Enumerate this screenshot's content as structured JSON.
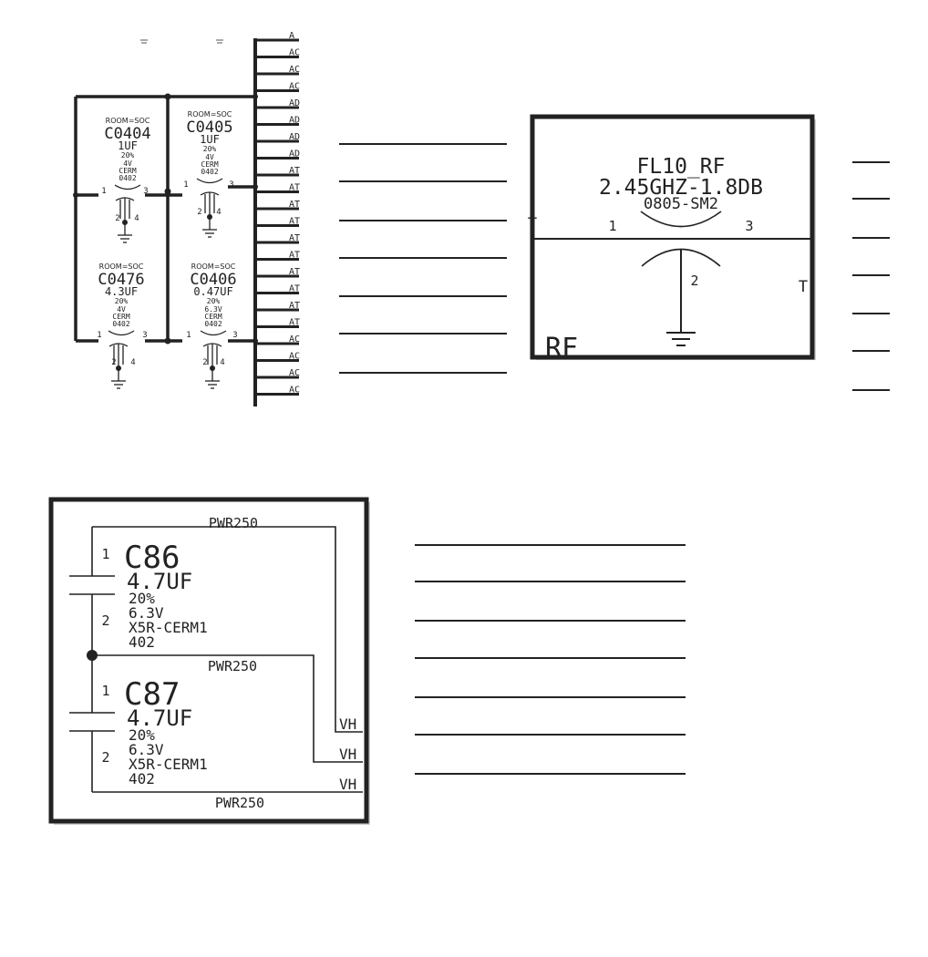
{
  "panel_a": {
    "ground_symbol": "ground-icon",
    "bus_labels": [
      "A",
      "AC",
      "AC",
      "AC",
      "AD",
      "AD",
      "AD",
      "AD",
      "AT",
      "AT",
      "AT",
      "AT",
      "AT",
      "AT",
      "AT",
      "AT",
      "AT",
      "AT",
      "AC",
      "AC",
      "AC",
      "AC"
    ],
    "capacitors": [
      {
        "room": "ROOM=SOC",
        "ref": "C0404",
        "value": "1UF",
        "tol": "20%",
        "volt": "4V",
        "type": "CERM",
        "pkg": "0402",
        "pin1": "1",
        "pin3": "3",
        "pin2": "2",
        "pin4": "4"
      },
      {
        "room": "ROOM=SOC",
        "ref": "C0405",
        "value": "1UF",
        "tol": "20%",
        "volt": "4V",
        "type": "CERM",
        "pkg": "0402",
        "pin1": "1",
        "pin3": "3",
        "pin2": "2",
        "pin4": "4"
      },
      {
        "room": "ROOM=SOC",
        "ref": "C0476",
        "value": "4.3UF",
        "tol": "20%",
        "volt": "4V",
        "type": "CERM",
        "pkg": "0402",
        "pin1": "1",
        "pin3": "3",
        "pin2": "2",
        "pin4": "4"
      },
      {
        "room": "ROOM=SOC",
        "ref": "C0406",
        "value": "0.47UF",
        "tol": "20%",
        "volt": "6.3V",
        "type": "CERM",
        "pkg": "0402",
        "pin1": "1",
        "pin3": "3",
        "pin2": "2",
        "pin4": "4"
      }
    ]
  },
  "panel_b": {
    "ref": "FL10_RF",
    "value": "2.45GHZ-1.8DB",
    "pkg": "0805-SM2",
    "pin1": "1",
    "pin3": "3",
    "pin2": "2",
    "left_edge": "T",
    "right_edge": "T",
    "corner": "RF"
  },
  "panel_c": {
    "net_top": "PWR250",
    "net_mid": "PWR250",
    "net_bot": "PWR250",
    "caps": [
      {
        "pin1": "1",
        "pin2": "2",
        "ref": "C86",
        "value": "4.7UF",
        "tol": "20%",
        "volt": "6.3V",
        "type": "X5R-CERM1",
        "pkg": "402"
      },
      {
        "pin1": "1",
        "pin2": "2",
        "ref": "C87",
        "value": "4.7UF",
        "tol": "20%",
        "volt": "6.3V",
        "type": "X5R-CERM1",
        "pkg": "402"
      }
    ],
    "edge_labels": [
      "VH",
      "VH",
      "VH"
    ]
  }
}
